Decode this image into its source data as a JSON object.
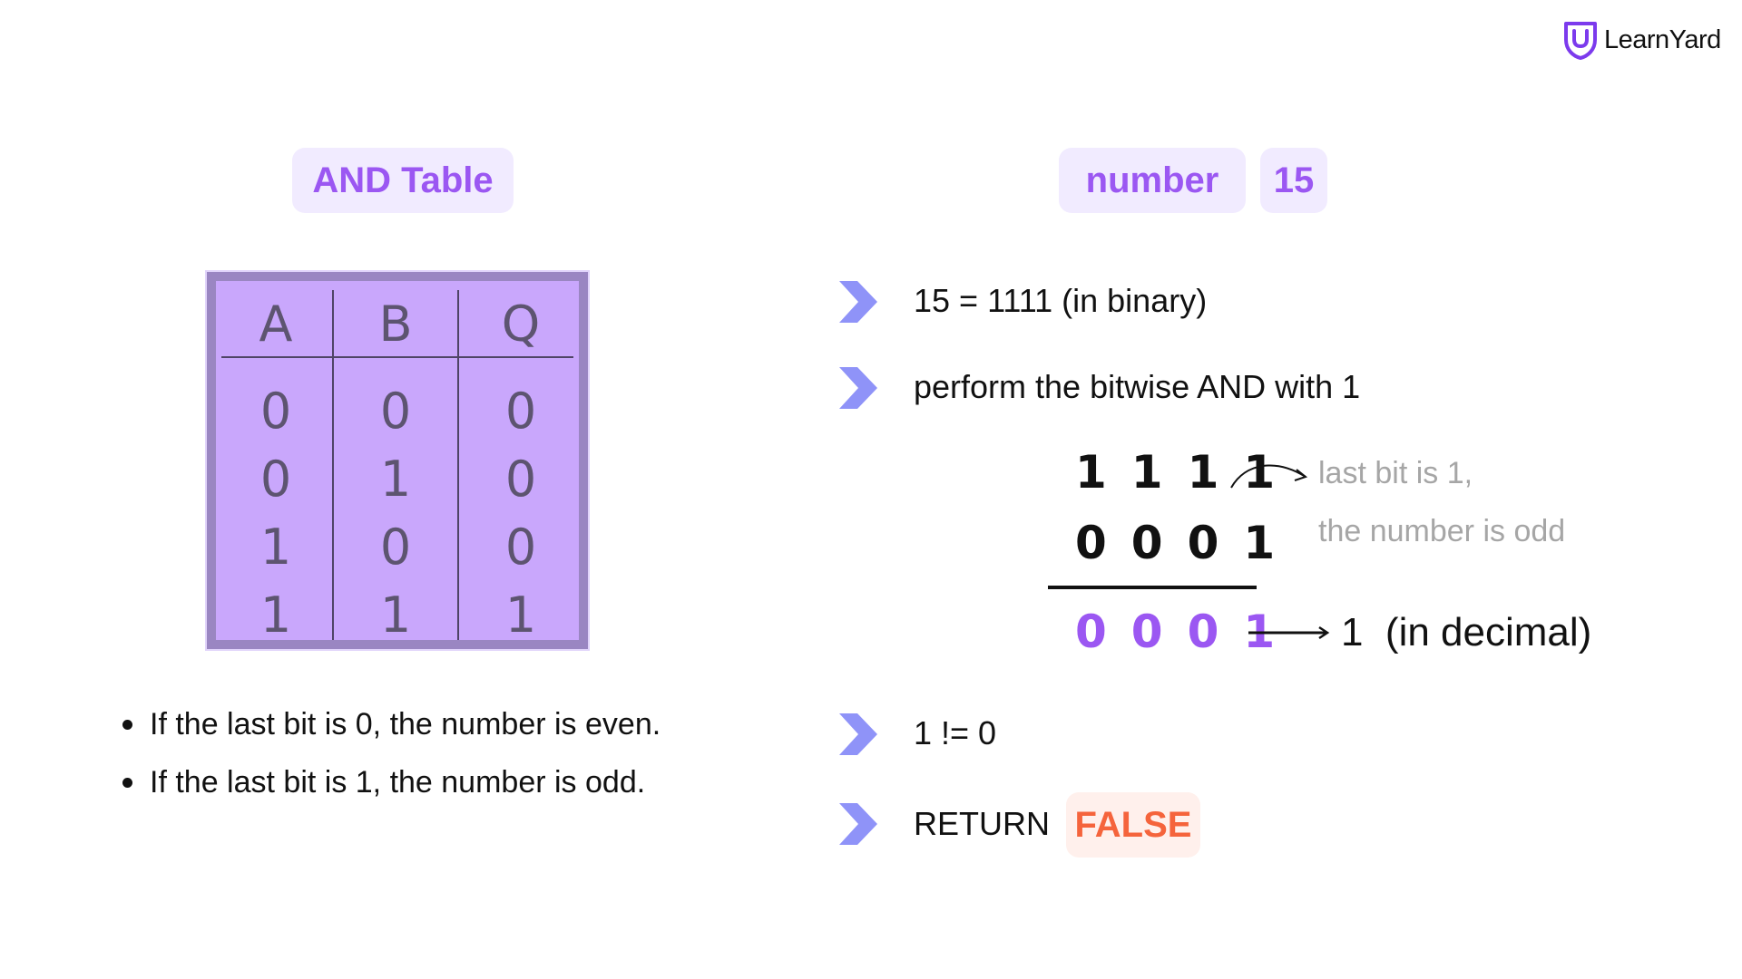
{
  "brand": {
    "name": "LearnYard",
    "logo_icon": "shield-u-icon",
    "logo_color": "#7c3aed"
  },
  "and_table": {
    "title": "AND Table",
    "headers": [
      "A",
      "B",
      "Q"
    ],
    "rows": [
      [
        "0",
        "0",
        "0"
      ],
      [
        "0",
        "1",
        "0"
      ],
      [
        "1",
        "0",
        "0"
      ],
      [
        "1",
        "1",
        "1"
      ]
    ]
  },
  "rules": [
    "If the last bit is 0, the number is even.",
    "If the last bit is 1, the number is odd."
  ],
  "number": {
    "label": "number",
    "value": "15"
  },
  "steps": {
    "binary": "15 = 1111 (in binary)",
    "perform": "perform the bitwise AND with 1",
    "compare": "1 != 0",
    "return_label": "RETURN",
    "return_value": "FALSE"
  },
  "operation": {
    "operand1": "1111",
    "operand2": "0001",
    "result": "0001",
    "note_line1": "last bit is 1,",
    "note_line2": "the number is odd",
    "result_decimal": "1  (in decimal)"
  },
  "colors": {
    "accent": "#9b57f2",
    "pill_bg": "#f1ebff",
    "table_bg": "#c9a7fc",
    "chevron": "#8f93f8",
    "false_text": "#f5643c",
    "false_bg": "#fff0ec"
  }
}
